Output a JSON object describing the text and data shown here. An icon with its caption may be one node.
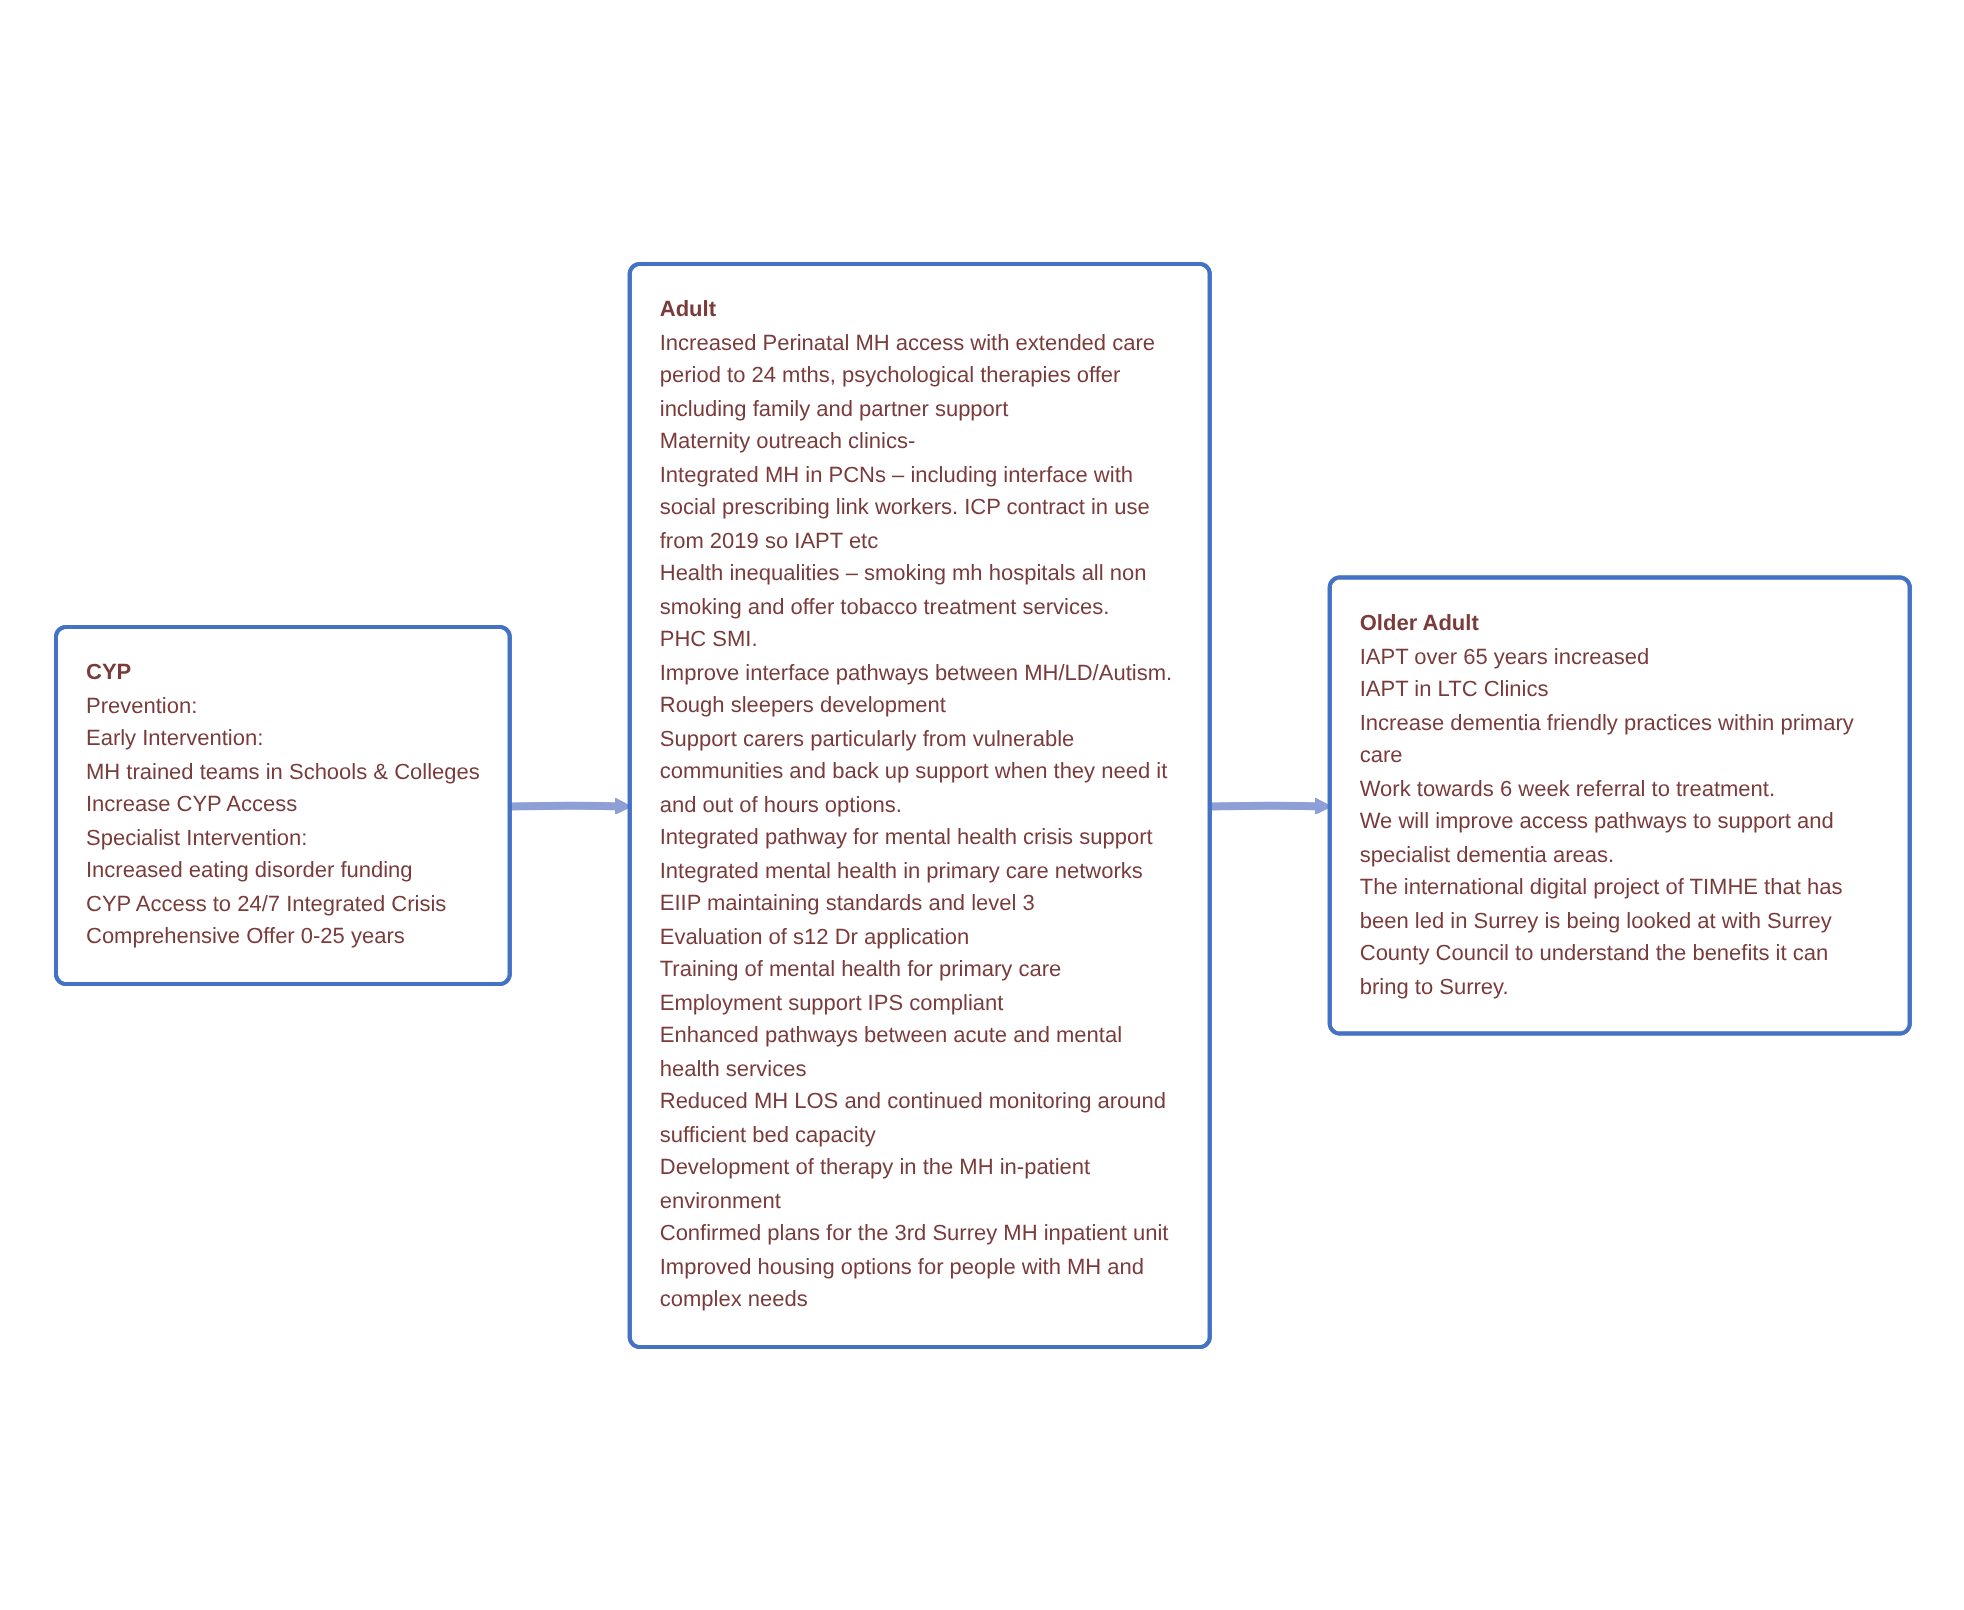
{
  "diagram": {
    "nodes": [
      {
        "text": [
          "CYP",
          "Prevention:",
          "Early Intervention:",
          "MH trained teams in Schools & Colleges",
          "Increase CYP Access",
          "Specialist Intervention:",
          "Increased eating disorder funding",
          "CYP Access to 24/7 Integrated Crisis",
          "Comprehensive Offer 0-25 years"
        ]
      },
      {
        "text": [
          "Adult",
          "Increased Perinatal MH access with extended care period to 24 mths, psychological therapies offer including family and partner support",
          "Maternity outreach clinics-",
          "Integrated MH in PCNs – including interface with social prescribing link workers. ICP contract in use from 2019 so IAPT etc",
          "Health inequalities – smoking mh hospitals all non smoking and offer tobacco treatment services.",
          "PHC SMI.",
          "Improve interface pathways between MH/LD/Autism.",
          "Rough sleepers development",
          "Support carers particularly from vulnerable communities and back up support when they need it and out of hours options.",
          "Integrated pathway for mental health crisis support",
          "Integrated mental health in primary care networks",
          "EIIP maintaining standards and level 3",
          "Evaluation of s12 Dr application",
          "Training of mental health for primary care",
          "Employment support IPS compliant",
          "Enhanced pathways between acute and mental health services",
          "Reduced MH LOS and continued monitoring around sufficient bed capacity",
          "Development of therapy in the MH in-patient environment",
          "Confirmed plans for the 3rd Surrey MH inpatient unit",
          "Improved housing options for people with MH and complex needs"
        ]
      },
      {
        "text": [
          "Older Adult",
          "IAPT over 65 years increased",
          "IAPT in LTC Clinics",
          "Increase dementia friendly practices within primary care",
          "Work towards 6 week referral to treatment.",
          "We will improve access pathways to support and specialist dementia areas.",
          "The international digital project of TIMHE that has been led in Surrey is being looked at with Surrey County Council to understand the benefits it can bring to Surrey."
        ]
      }
    ],
    "edges": [
      {
        "from": 0,
        "to": 1,
        "arrow": "to"
      },
      {
        "from": 1,
        "to": 2,
        "arrow": "to"
      }
    ]
  }
}
